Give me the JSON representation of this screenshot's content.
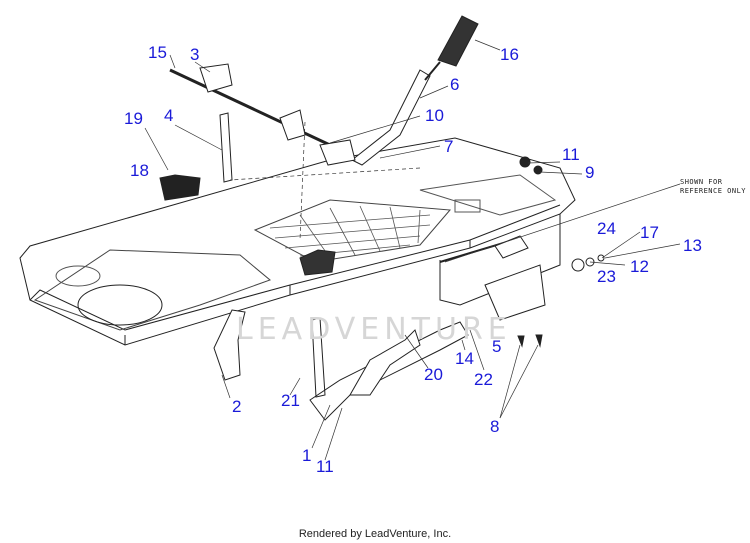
{
  "callouts": [
    "15",
    "3",
    "16",
    "6",
    "4",
    "19",
    "10",
    "7",
    "18",
    "11",
    "9",
    "24",
    "17",
    "13",
    "12",
    "23",
    "2",
    "21",
    "20",
    "14",
    "22",
    "5",
    "1",
    "11",
    "8"
  ],
  "note": [
    "SHOWN FOR",
    "REFERENCE ONLY"
  ],
  "footer": "Rendered by LeadVenture, Inc.",
  "watermark": "LEADVENTURE",
  "colors": {
    "callout": "#1a1ad8",
    "line": "#222222"
  }
}
